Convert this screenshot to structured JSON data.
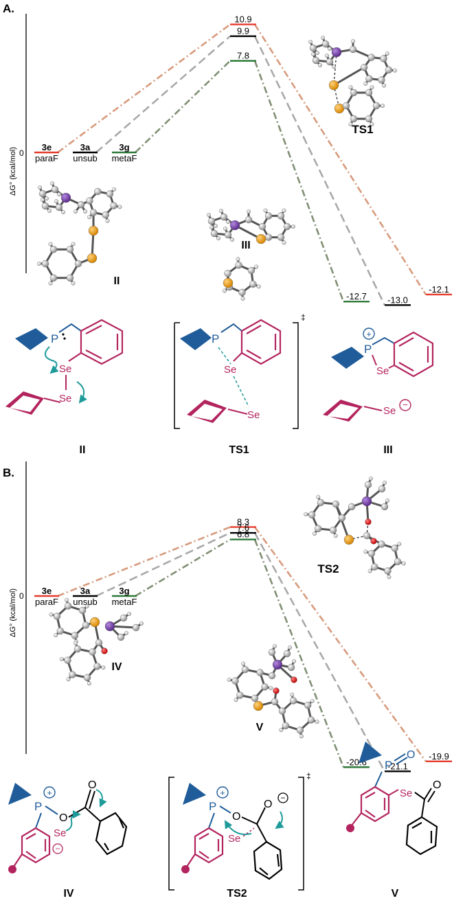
{
  "colors": {
    "para": "#e53b2c",
    "unsub": "#000000",
    "meta": "#2e7a3a",
    "para_dash": "#d79a7c",
    "unsub_dash": "#a8a8a8",
    "meta_dash": "#7f8f73",
    "magenta": "#b3245e",
    "blue": "#1f5c99",
    "teal": "#1e9a9a",
    "phosphorus": "#7c4aa8",
    "selenium": "#f0a020",
    "oxygen": "#e02020"
  },
  "panelA": {
    "label": "A.",
    "yaxis": "ΔG° (kcal/mol)",
    "zero": "0",
    "species": [
      {
        "id": "3e",
        "sub": "paraF",
        "ts": "10.9",
        "prod": "-12.1"
      },
      {
        "id": "3a",
        "sub": "unsub",
        "ts": "9.9",
        "prod": "-13.0"
      },
      {
        "id": "3g",
        "sub": "metaF",
        "ts": "7.8",
        "prod": "-12.7"
      }
    ],
    "structures": {
      "s1": "II",
      "s2": "III",
      "s3": "TS1"
    },
    "scheme": {
      "labels": [
        "II",
        "TS1",
        "III"
      ],
      "atoms": {
        "P": "P",
        "Se": "Se",
        "plus": "+",
        "minus": "−",
        "dagger": "‡"
      }
    }
  },
  "panelB": {
    "label": "B.",
    "yaxis": "ΔG° (kcal/mol)",
    "zero": "0",
    "species": [
      {
        "id": "3e",
        "sub": "paraF",
        "ts": "8.3",
        "prod": "-19.9"
      },
      {
        "id": "3a",
        "sub": "unsub",
        "ts": "7.6",
        "prod": "-21.1"
      },
      {
        "id": "3g",
        "sub": "metaF",
        "ts": "6.8",
        "prod": "-20.6"
      }
    ],
    "structures": {
      "s1": "IV",
      "s2": "V",
      "s3": "TS2"
    },
    "scheme": {
      "labels": [
        "IV",
        "TS2",
        "V"
      ],
      "atoms": {
        "P": "P",
        "Se": "Se",
        "O": "O",
        "plus": "+",
        "minus": "−",
        "dagger": "‡"
      }
    }
  }
}
